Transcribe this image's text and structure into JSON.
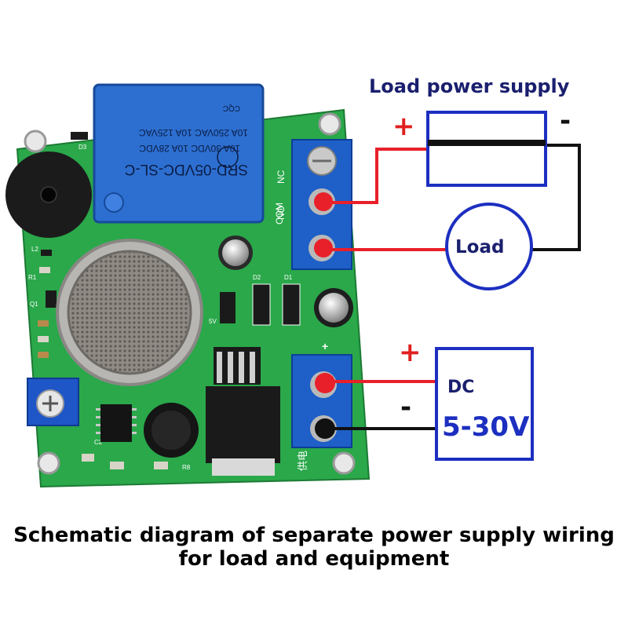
{
  "labels": {
    "load_power_supply": "Load power supply",
    "plus_top": "+",
    "minus_top": "-",
    "load": "Load",
    "plus_dc": "+",
    "minus_dc": "-",
    "dc": "DC",
    "voltage": "5-30V",
    "relay_model": "SRD-05VDC-SL-C",
    "relay_line1": "10A 30VDC 10A 28VDC",
    "relay_line2": "10A 250VAC 10A 125VAC",
    "relay_brand": "CQC",
    "terminal_no": "NO",
    "terminal_com": "COM",
    "terminal_nc": "NC",
    "chip_d3": "D3",
    "chip_l2": "L2",
    "chip_d1": "D1",
    "chip_d2": "D2",
    "chip_r1": "R1",
    "chip_q1": "Q1",
    "chip_c2": "C2",
    "chip_r8": "R8",
    "supply_label": "供电",
    "power_plus": "+",
    "small_5v": "5V"
  },
  "caption": {
    "line1": "Schematic diagram of separate power supply wiring",
    "line2": "for load and equipment"
  },
  "colors": {
    "board": "#2aa84a",
    "relay": "#2d6fd0",
    "terminal": "#1e5fc8",
    "frame": "#1c2fc0",
    "wire_red": "#e8202a",
    "wire_black": "#111111",
    "title_text": "#1a1f6e",
    "plus_red": "#e02020"
  }
}
